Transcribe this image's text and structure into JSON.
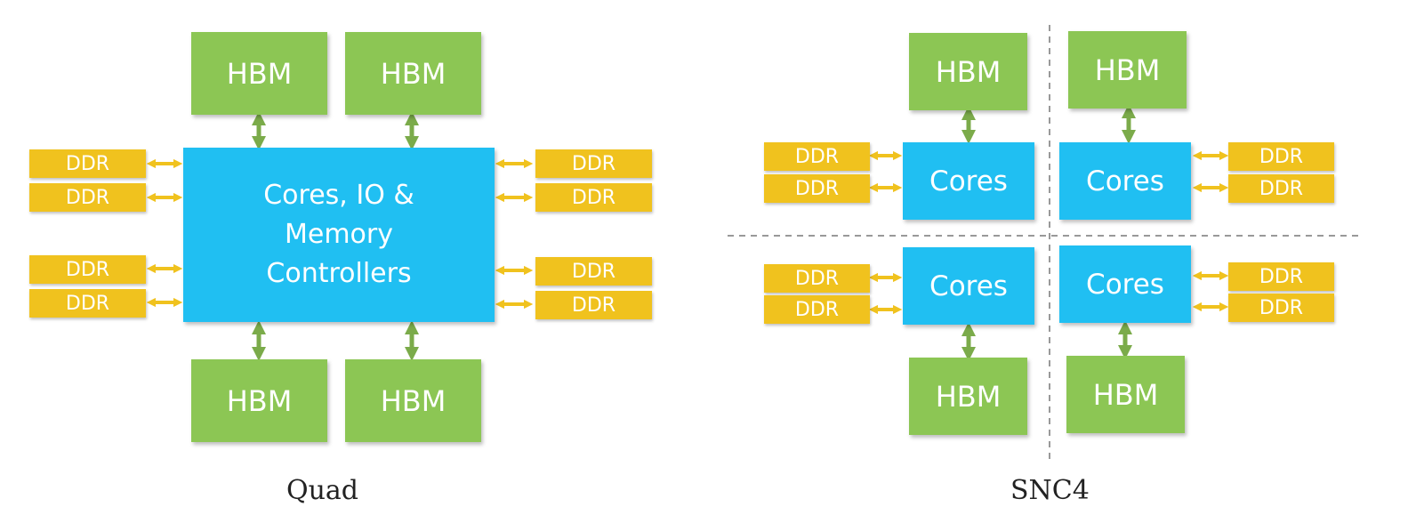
{
  "quad": {
    "caption": "Quad",
    "core_label": "Cores, IO & Memory Controllers",
    "hbm": [
      "HBM",
      "HBM",
      "HBM",
      "HBM"
    ],
    "ddr": [
      "DDR",
      "DDR",
      "DDR",
      "DDR",
      "DDR",
      "DDR",
      "DDR",
      "DDR"
    ]
  },
  "snc4": {
    "caption": "SNC4",
    "cores": [
      "Cores",
      "Cores",
      "Cores",
      "Cores"
    ],
    "hbm": [
      "HBM",
      "HBM",
      "HBM",
      "HBM"
    ],
    "ddr": [
      "DDR",
      "DDR",
      "DDR",
      "DDR",
      "DDR",
      "DDR",
      "DDR",
      "DDR"
    ]
  },
  "colors": {
    "hbm": "#8cc654",
    "ddr": "#f0c21e",
    "cores": "#20bff2",
    "hbm_arrow": "#7bab4a",
    "ddr_arrow": "#f0c21e"
  }
}
